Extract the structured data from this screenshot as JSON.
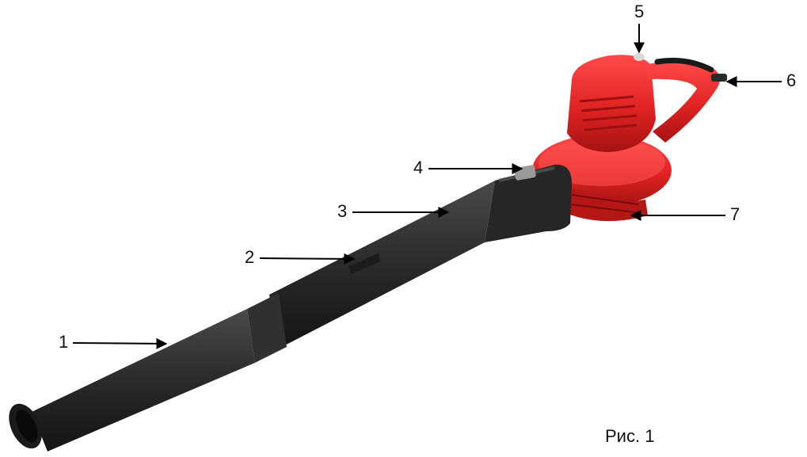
{
  "figure": {
    "caption": "Рис. 1",
    "callouts": [
      {
        "id": "1",
        "label": "1"
      },
      {
        "id": "2",
        "label": "2"
      },
      {
        "id": "3",
        "label": "3"
      },
      {
        "id": "4",
        "label": "4"
      },
      {
        "id": "5",
        "label": "5"
      },
      {
        "id": "6",
        "label": "6"
      },
      {
        "id": "7",
        "label": "7"
      }
    ]
  },
  "colors": {
    "housing": "#e02323",
    "housing_dark": "#a01010",
    "tube": "#2a2a2a",
    "tube_light": "#3c3c3c",
    "arrow": "#000000"
  }
}
